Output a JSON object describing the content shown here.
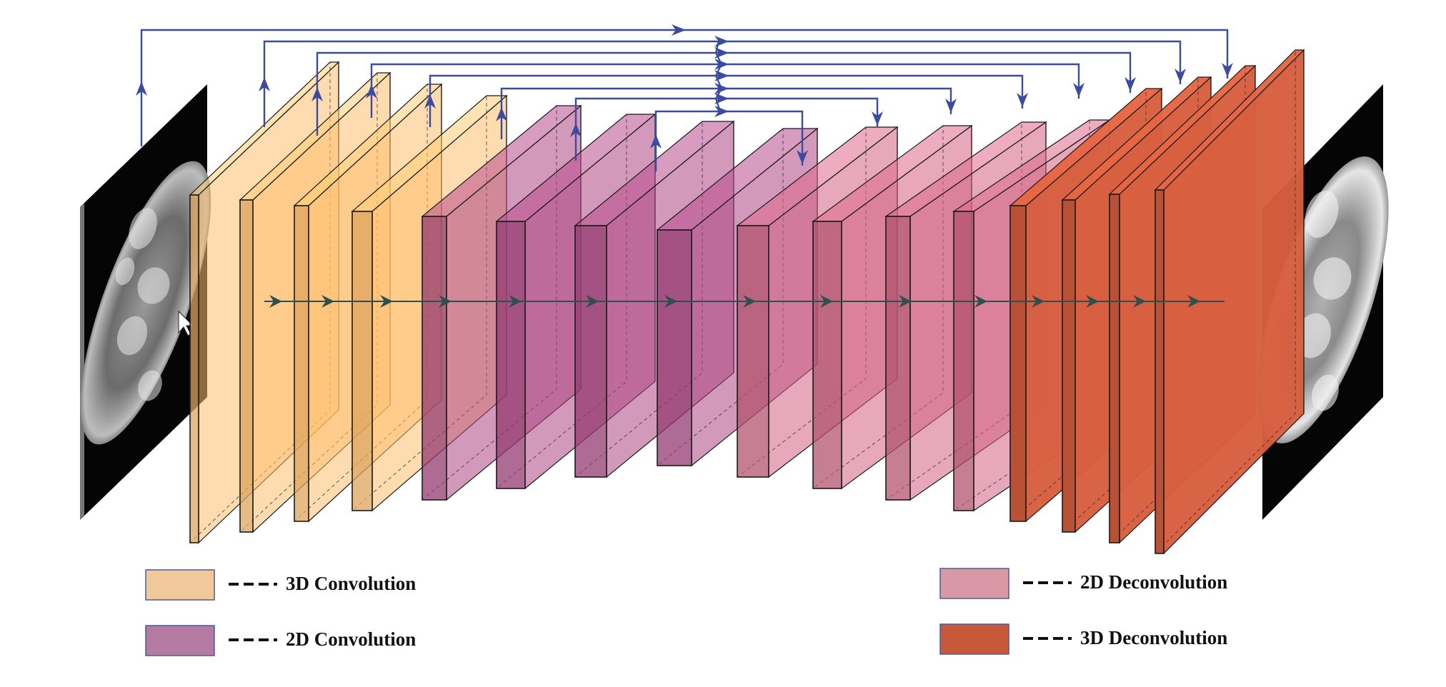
{
  "legend": [
    {
      "key": "conv3d",
      "label": "3D Convolution",
      "color": "#F0C89A"
    },
    {
      "key": "conv2d",
      "label": "2D Convolution",
      "color": "#B47AA3"
    },
    {
      "key": "deconv2d",
      "label": "2D Deconvolution",
      "color": "#D898A6"
    },
    {
      "key": "deconv3d",
      "label": "3D Deconvolution",
      "color": "#C8583A"
    }
  ],
  "colors": {
    "conv3d_fill": "#F0B265",
    "conv2d_fill": "#A0407A",
    "deconv2d_fill": "#C25A78",
    "deconv3d_fill": "#C8583A",
    "skip_arrow": "#3A4BA0",
    "flow_arrow": "#2F4F4F"
  },
  "layers": [
    "conv3d",
    "conv3d",
    "conv3d",
    "conv3d",
    "conv2d",
    "conv2d",
    "conv2d",
    "conv2d",
    "deconv2d",
    "deconv2d",
    "deconv2d",
    "deconv2d",
    "deconv3d",
    "deconv3d",
    "deconv3d",
    "deconv3d"
  ],
  "images": {
    "input": "brain-slice-input",
    "output": "brain-slice-output"
  }
}
